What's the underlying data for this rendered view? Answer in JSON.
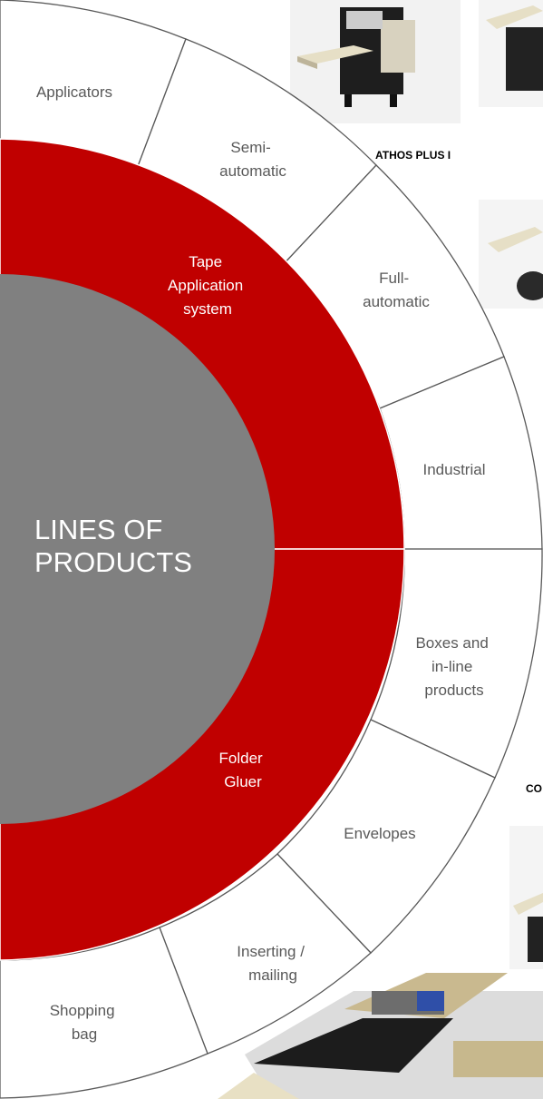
{
  "center": {
    "lines": [
      "LINES OF",
      "PRODUCTS"
    ]
  },
  "inner_ring": [
    {
      "lines": [
        "Tape",
        "Application",
        "system"
      ]
    },
    {
      "lines": [
        "Folder",
        "Gluer"
      ]
    }
  ],
  "outer_ring": [
    {
      "lines": [
        "Applicators"
      ]
    },
    {
      "lines": [
        "Semi-",
        "automatic"
      ]
    },
    {
      "lines": [
        "Full-",
        "automatic"
      ]
    },
    {
      "lines": [
        "Industrial"
      ]
    },
    {
      "lines": [
        "Boxes and",
        "in-line",
        "products"
      ]
    },
    {
      "lines": [
        "Envelopes"
      ]
    },
    {
      "lines": [
        "Inserting /",
        "mailing"
      ]
    },
    {
      "lines": [
        "Shopping",
        "bag"
      ]
    }
  ],
  "captions": {
    "athos": "ATHOS PLUS I",
    "co": "CO"
  },
  "colors": {
    "red": "#c00000",
    "gray": "#808080",
    "outline": "#595959"
  }
}
